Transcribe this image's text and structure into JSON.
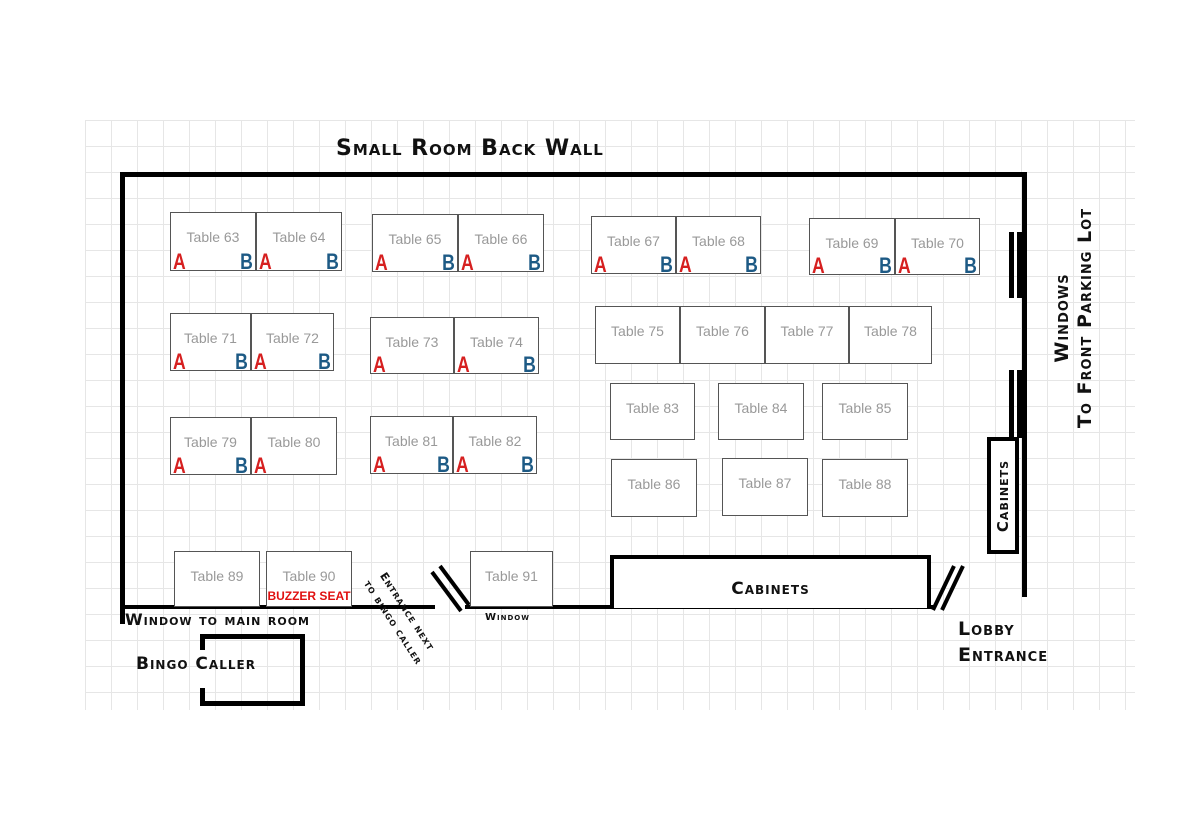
{
  "labels": {
    "back_wall": "Small Room Back Wall",
    "windows": "Windows",
    "to_front_parking": "To Front Parking Lot",
    "cabinets_side": "Cabinets",
    "cabinets_bottom": "Cabinets",
    "window_main_room": "Window to main room",
    "bingo_caller": "Bingo Caller",
    "entrance_next_1": "Entrance next",
    "entrance_next_2": "to bingo caller",
    "window_small": "Window",
    "lobby": "Lobby",
    "entrance": "Entrance"
  },
  "seat_letters": {
    "a": "A",
    "b": "B"
  },
  "buzzer_seat": "BUZZER SEAT",
  "tables": [
    {
      "name": "Table 63",
      "a": true,
      "b": true
    },
    {
      "name": "Table 64",
      "a": true,
      "b": true
    },
    {
      "name": "Table 65",
      "a": true,
      "b": true
    },
    {
      "name": "Table 66",
      "a": true,
      "b": true
    },
    {
      "name": "Table 67",
      "a": true,
      "b": true
    },
    {
      "name": "Table 68",
      "a": true,
      "b": true
    },
    {
      "name": "Table 69",
      "a": true,
      "b": true
    },
    {
      "name": "Table 70",
      "a": true,
      "b": true
    },
    {
      "name": "Table 71",
      "a": true,
      "b": true
    },
    {
      "name": "Table 72",
      "a": true,
      "b": true
    },
    {
      "name": "Table 73",
      "a": true,
      "b": false
    },
    {
      "name": "Table 74",
      "a": true,
      "b": true
    },
    {
      "name": "Table 75",
      "a": false,
      "b": false
    },
    {
      "name": "Table 76",
      "a": false,
      "b": false
    },
    {
      "name": "Table 77",
      "a": false,
      "b": false
    },
    {
      "name": "Table 78",
      "a": false,
      "b": false
    },
    {
      "name": "Table 79",
      "a": true,
      "b": true
    },
    {
      "name": "Table 80",
      "a": true,
      "b": false
    },
    {
      "name": "Table 81",
      "a": true,
      "b": true
    },
    {
      "name": "Table 82",
      "a": true,
      "b": true
    },
    {
      "name": "Table 83",
      "a": false,
      "b": false
    },
    {
      "name": "Table 84",
      "a": false,
      "b": false
    },
    {
      "name": "Table 85",
      "a": false,
      "b": false
    },
    {
      "name": "Table 86",
      "a": false,
      "b": false
    },
    {
      "name": "Table 87",
      "a": false,
      "b": false
    },
    {
      "name": "Table 88",
      "a": false,
      "b": false
    },
    {
      "name": "Table 89",
      "a": false,
      "b": false
    },
    {
      "name": "Table 90",
      "a": false,
      "b": false,
      "buzzer": true
    },
    {
      "name": "Table 91",
      "a": false,
      "b": false
    }
  ]
}
